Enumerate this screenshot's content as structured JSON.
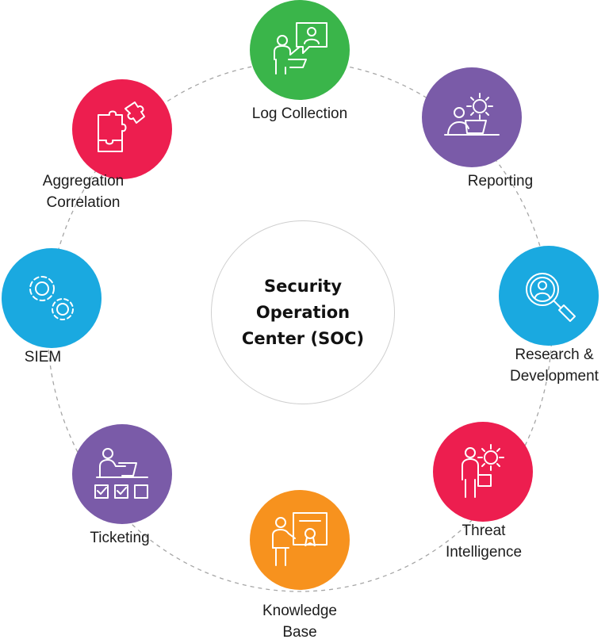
{
  "center": {
    "lines": [
      "Security",
      "Operation",
      "Center (SOC)"
    ]
  },
  "nodes": [
    {
      "name": "log-collection",
      "lines": [
        "Log Collection"
      ],
      "color": "#3ab54a",
      "icon": "speech-presenter-icon"
    },
    {
      "name": "reporting",
      "lines": [
        "Reporting"
      ],
      "color": "#7a5ba8",
      "icon": "laptop-gear-icon"
    },
    {
      "name": "research",
      "lines": [
        "Research &",
        "Development"
      ],
      "color": "#1aa9e0",
      "icon": "magnifier-user-icon"
    },
    {
      "name": "threat",
      "lines": [
        "Threat",
        "Intelligence"
      ],
      "color": "#ed1e4f",
      "icon": "person-gear-icon"
    },
    {
      "name": "knowledge",
      "lines": [
        "Knowledge",
        "Base"
      ],
      "color": "#f7921e",
      "icon": "certificate-presenter-icon"
    },
    {
      "name": "ticketing",
      "lines": [
        "Ticketing"
      ],
      "color": "#7a5ba8",
      "icon": "desk-checkboxes-icon"
    },
    {
      "name": "siem",
      "lines": [
        "SIEM"
      ],
      "color": "#1aa9e0",
      "icon": "gears-icon"
    },
    {
      "name": "aggregation",
      "lines": [
        "Aggregation",
        "Correlation"
      ],
      "color": "#ed1e4f",
      "icon": "puzzle-icon"
    }
  ]
}
